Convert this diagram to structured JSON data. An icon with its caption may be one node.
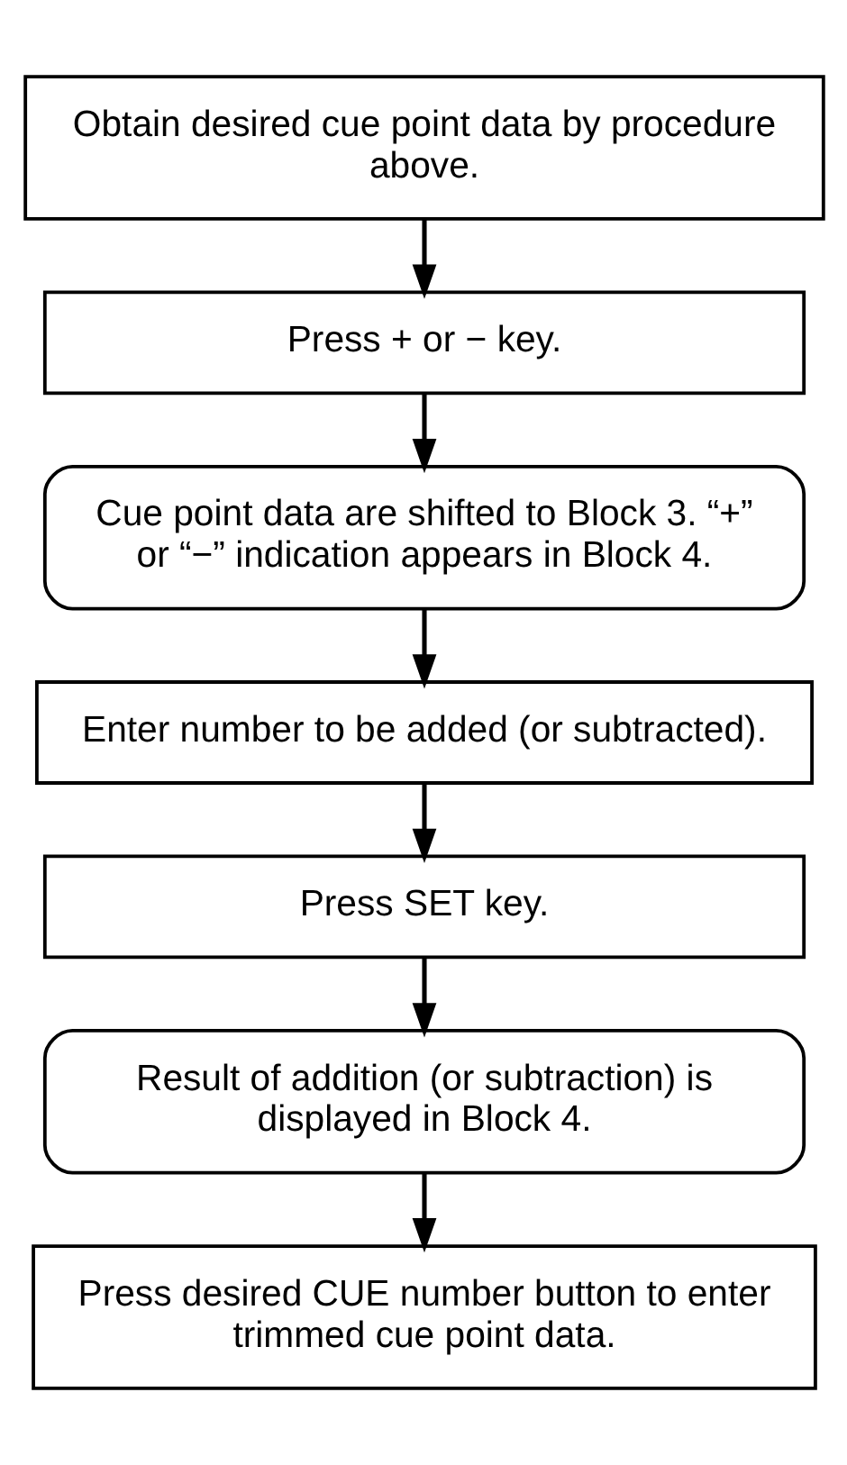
{
  "diagram": {
    "nodes": [
      {
        "text": [
          "Obtain desired cue point data by procedure above."
        ]
      },
      {
        "text": [
          "Press + or − key."
        ]
      },
      {
        "text": [
          "Cue point data are shifted to Block 3. “+” or “−” indication appears in Block 4."
        ]
      },
      {
        "text": [
          "Enter number to be added (or subtracted)."
        ]
      },
      {
        "text": [
          "Press SET key."
        ]
      },
      {
        "text": [
          "Result of addition (or subtraction) is displayed in Block 4."
        ]
      },
      {
        "text": [
          "Press desired CUE number button to enter trimmed cue point data."
        ]
      }
    ],
    "edges": [
      {
        "from": 0,
        "to": 1,
        "arrow": "to"
      },
      {
        "from": 1,
        "to": 2,
        "arrow": "to"
      },
      {
        "from": 2,
        "to": 3,
        "arrow": "to"
      },
      {
        "from": 3,
        "to": 4,
        "arrow": "to"
      },
      {
        "from": 4,
        "to": 5,
        "arrow": "to"
      },
      {
        "from": 5,
        "to": 6,
        "arrow": "to"
      }
    ]
  }
}
